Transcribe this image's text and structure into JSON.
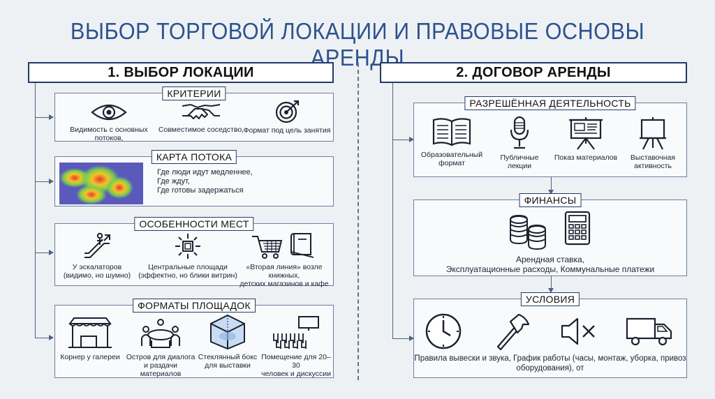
{
  "title": "ВЫБОР ТОРГОВОЙ ЛОКАЦИИ И ПРАВОВЫЕ ОСНОВЫ АРЕНДЫ",
  "left": {
    "heading": "1. ВЫБОР ЛОКАЦИИ",
    "criteria": {
      "label": "КРИТЕРИИ",
      "items": [
        {
          "icon": "eye-icon",
          "text": "Видимость с основных потоков,"
        },
        {
          "icon": "handshake-icon",
          "text": "Совместимое соседство,"
        },
        {
          "icon": "target-icon",
          "text": "Формат под цель занятия"
        }
      ]
    },
    "flow_map": {
      "label": "КАРТА ПОТОКА",
      "lines": [
        "Где люди идут медленнее,",
        "Где ждут,",
        "Где готовы задержаться"
      ]
    },
    "features": {
      "label": "ОСОБЕННОСТИ МЕСТ",
      "items": [
        {
          "icon": "escalator-icon",
          "line1": "У эскалаторов",
          "line2": "(видимо, но шумно)"
        },
        {
          "icon": "central-square-icon",
          "line1": "Центральные площади",
          "line2": "(эффектно, но блики витрин)"
        },
        {
          "icon": "cart-book-icon",
          "line1": "«Вторая линия» возле книжных,",
          "line2": "детских магазинов и кафе"
        }
      ]
    },
    "formats": {
      "label": "ФОРМАТЫ ПЛОЩАДОК",
      "items": [
        {
          "icon": "gallery-corner-icon",
          "line1": "Корнер у галереи",
          "line2": ""
        },
        {
          "icon": "island-icon",
          "line1": "Остров для диалога",
          "line2": "и раздачи материалов"
        },
        {
          "icon": "glass-box-icon",
          "line1": "Стеклянный бокс",
          "line2": "для выставки"
        },
        {
          "icon": "room-icon",
          "line1": "Помещение для 20–30",
          "line2": "человек и дискуссии"
        }
      ]
    }
  },
  "right": {
    "heading": "2. ДОГОВОР АРЕНДЫ",
    "activity": {
      "label": "РАЗРЕШЁННАЯ ДЕЯТЕЛЬНОСТЬ",
      "items": [
        {
          "icon": "book-icon",
          "line1": "Образовательный",
          "line2": "формат"
        },
        {
          "icon": "microphone-icon",
          "line1": "Публичные",
          "line2": "лекции"
        },
        {
          "icon": "presentation-icon",
          "line1": "Показ материалов",
          "line2": ""
        },
        {
          "icon": "easel-icon",
          "line1": "Выставочная",
          "line2": "активность"
        }
      ]
    },
    "finance": {
      "label": "ФИНАНСЫ",
      "line1": "Арендная ставка,",
      "line2": "Эксплуатационные расходы, Коммунальные платежи"
    },
    "conditions": {
      "label": "УСЛОВИЯ",
      "line1": "Правила вывески и звука, График работы (часы, монтаж, уборка, привоз",
      "line2": "оборудования), от"
    }
  },
  "colors": {
    "title": "#2d528f",
    "heading_border": "#1f3c66",
    "panel_border": "#6a7f9e",
    "accent": "#2f5d9a"
  }
}
